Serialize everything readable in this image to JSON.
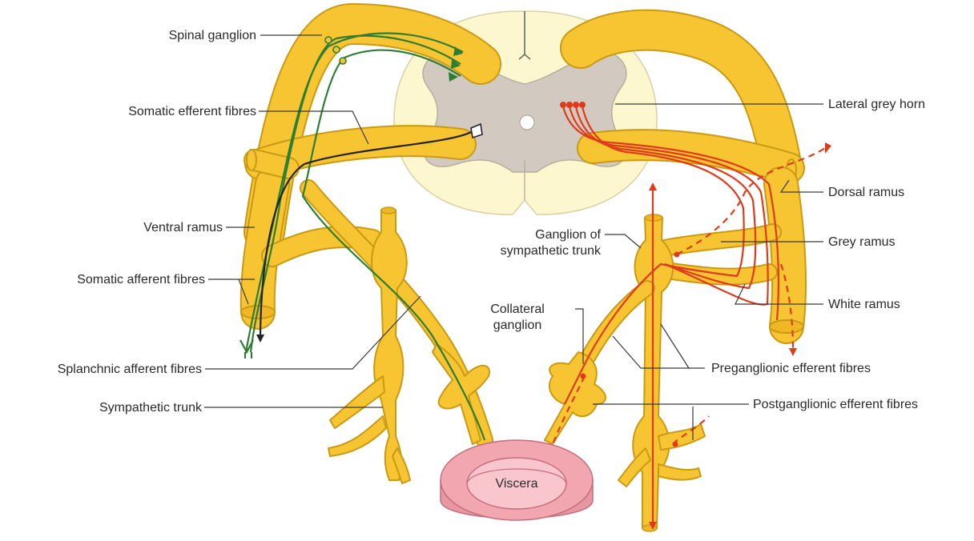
{
  "labels": {
    "spinal_ganglion": "Spinal ganglion",
    "somatic_efferent": "Somatic efferent fibres",
    "ventral_ramus": "Ventral ramus",
    "somatic_afferent": "Somatic afferent fibres",
    "splanchnic_afferent": "Splanchnic afferent fibres",
    "sympathetic_trunk": "Sympathetic trunk",
    "lateral_grey_horn": "Lateral grey horn",
    "dorsal_ramus": "Dorsal ramus",
    "ganglion_sym_trunk_1": "Ganglion of",
    "ganglion_sym_trunk_2": "sympathetic trunk",
    "grey_ramus": "Grey ramus",
    "white_ramus": "White ramus",
    "collateral_1": "Collateral",
    "collateral_2": "ganglion",
    "preganglionic": "Preganglionic efferent fibres",
    "postganglionic": "Postganglionic efferent fibres",
    "viscera": "Viscera"
  },
  "colors": {
    "nerve": "#f7c531",
    "nerve_outline": "#c99a14",
    "white_matter": "#fdf7cf",
    "grey_matter": "#d2c9c0",
    "afferent_fibre": "#2e7d32",
    "efferent_fibre": "#e03a1c",
    "somatic_efferent_fibre": "#222222",
    "viscera": "#f2a7b0"
  }
}
